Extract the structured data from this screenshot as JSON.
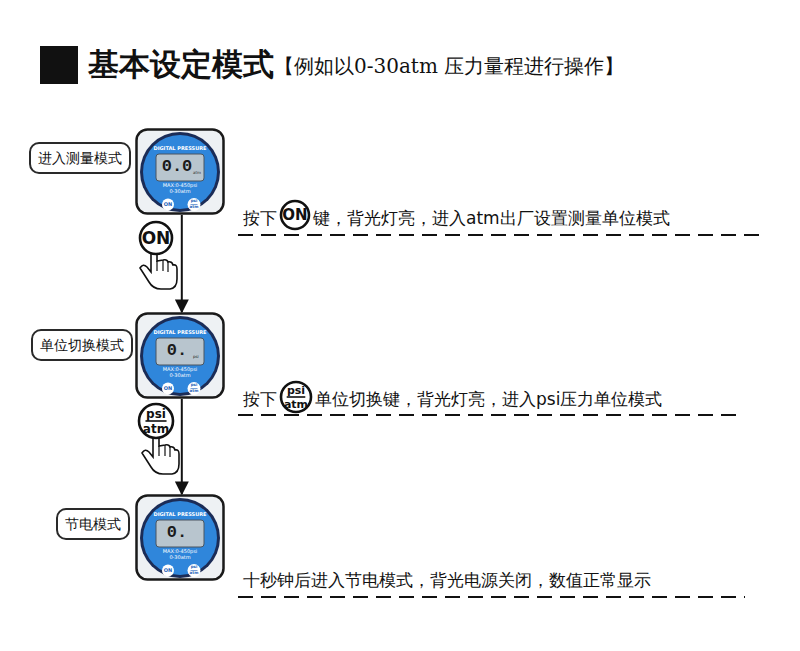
{
  "diagram": {
    "title": "基本设定模式",
    "nodes": [
      {
        "text": [
          "进入测量模式"
        ]
      },
      {
        "text": [
          "DIGITAL PRESSURE",
          "0.0",
          "atm",
          "MAX:0-450psi",
          "0-30atm",
          "ON",
          "psi",
          "atm"
        ]
      },
      {
        "text": [
          "ON"
        ]
      },
      {
        "text": [
          "ON"
        ]
      },
      {
        "text": [
          "单位切换模式"
        ]
      },
      {
        "text": [
          "DIGITAL PRESSURE",
          "0.",
          "psi",
          "MAX:0-450psi",
          "0-30atm",
          "ON",
          "psi",
          "atm"
        ]
      },
      {
        "text": [
          "psi",
          "atm"
        ]
      },
      {
        "text": [
          "psi",
          "atm"
        ]
      },
      {
        "text": [
          "节电模式"
        ]
      },
      {
        "text": [
          "DIGITAL PRESSURE",
          "0.",
          "MAX:0-450psi",
          "0-30atm",
          "ON",
          "psi",
          "atm"
        ]
      }
    ],
    "edges": [
      {
        "from": 1,
        "to": 5,
        "arrow": "to"
      },
      {
        "from": 5,
        "to": 9,
        "arrow": "to"
      }
    ],
    "labels": [
      "【例如以0-30atm 压力量程进行操作】",
      "按下",
      "键，背光灯亮，进入atm出厂设置测量单位模式",
      "按下",
      "单位切换键，背光灯亮，进入psi压力单位模式",
      "十秒钟后进入节电模式，背光电源关闭，数值正常显示"
    ]
  }
}
